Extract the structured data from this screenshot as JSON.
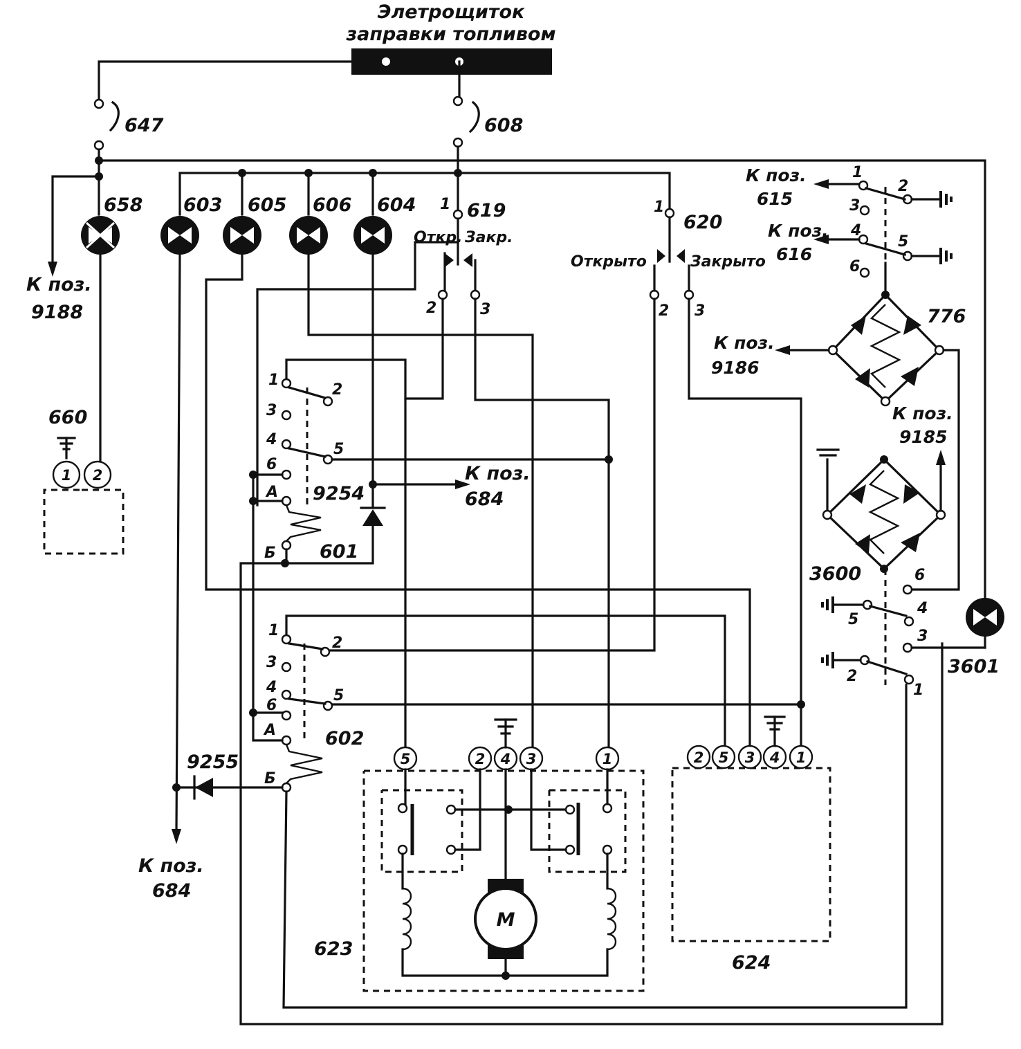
{
  "header": {
    "line1": "Элетрощиток",
    "line2": "заправки топливом"
  },
  "fuses": {
    "f647": "647",
    "f608": "608"
  },
  "lamps": {
    "l658": "658",
    "l603": "603",
    "l605": "605",
    "l606": "606",
    "l604": "604",
    "l3601": "3601"
  },
  "switches": {
    "s619": "619",
    "s619_open": "Откр.",
    "s619_closed": "Закр.",
    "s620": "620",
    "s620_open": "Открыто",
    "s620_closed": "Закрыто"
  },
  "relays": {
    "r601": "601",
    "r602": "602",
    "r3600": "3600",
    "pin_a": "А",
    "pin_b": "Б"
  },
  "diodes": {
    "d9254": "9254",
    "d9255": "9255",
    "bridge776": "776"
  },
  "refs": {
    "k_poz": "К поз.",
    "p9188": "9188",
    "p684": "684",
    "p684b": "684",
    "p615": "615",
    "p616": "616",
    "p9186": "9186",
    "p9185": "9185",
    "bottom_k_poz": "К поз."
  },
  "blocks": {
    "b660": "660",
    "b623": "623",
    "b624": "624",
    "motor": "М"
  },
  "pins": {
    "n1": "1",
    "n2": "2",
    "n3": "3",
    "n4": "4",
    "n5": "5",
    "n6": "6"
  }
}
